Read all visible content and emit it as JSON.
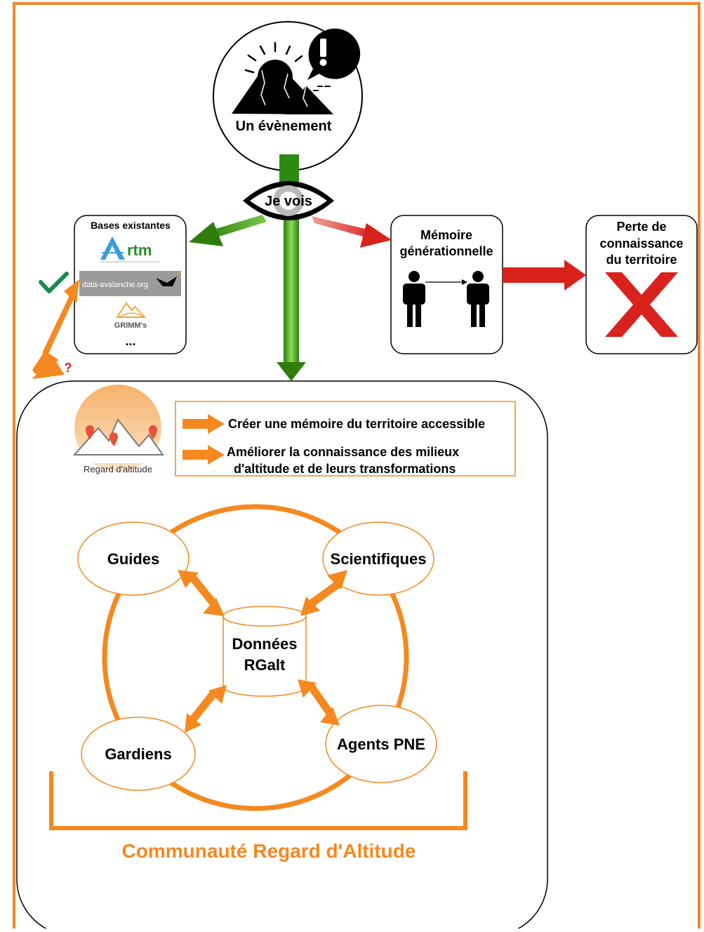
{
  "event": {
    "label": "Un évènement",
    "exclamation": "!"
  },
  "eye": {
    "label": "Je vois"
  },
  "bases": {
    "title": "Bases existantes",
    "items": [
      "rtm",
      "data-avalanche.org",
      "GRIMM's"
    ],
    "more": "...",
    "check_icon": "check-icon",
    "question": "?"
  },
  "memoire": {
    "title_lines": [
      "Mémoire",
      "générationnelle"
    ]
  },
  "perte": {
    "title_lines": [
      "Perte de",
      "connaissance",
      "du territoire"
    ]
  },
  "logo": {
    "caption": "Regard d'altitude"
  },
  "goals": [
    {
      "lines": [
        "Créer une mémoire du territoire accessible"
      ]
    },
    {
      "lines": [
        "Améliorer la connaissance des milieux",
        "d'altitude et de leurs transformations"
      ]
    }
  ],
  "community": {
    "nodes": {
      "guides": "Guides",
      "scientifiques": "Scientifiques",
      "gardiens": "Gardiens",
      "agents": "Agents PNE"
    },
    "database_lines": [
      "Données",
      "RGalt"
    ],
    "title": "Communauté Regard d'Altitude"
  },
  "colors": {
    "frame": "#f0862c",
    "orange": "#f5881f",
    "green_dark": "#2e7d0b",
    "green_light": "#8ddc5a",
    "red": "#d9221c",
    "black": "#000000"
  }
}
